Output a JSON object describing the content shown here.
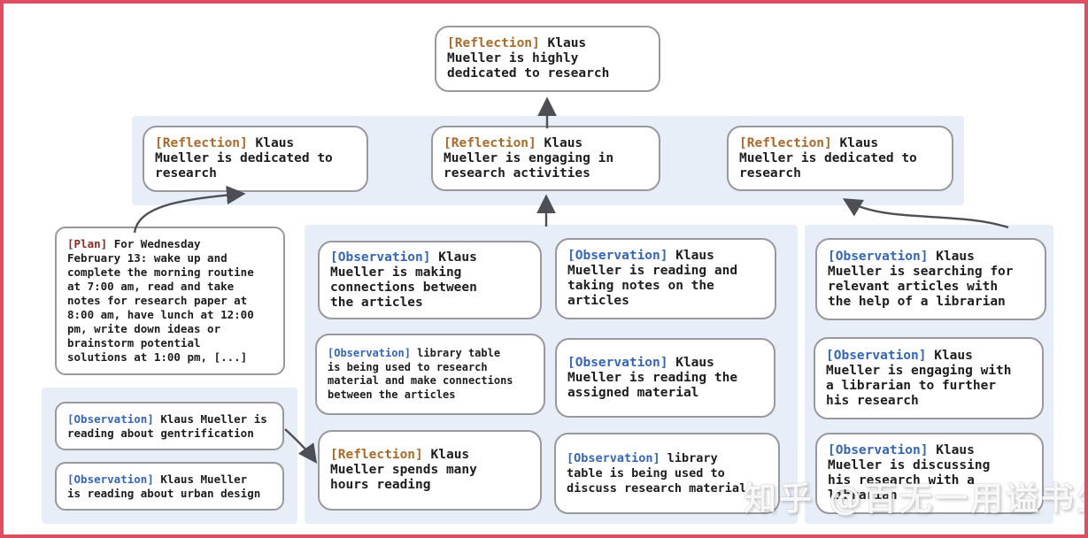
{
  "colors": {
    "frame_border": "#dd4e63",
    "panel_blue": "#e7eef8",
    "card_border": "#98989d",
    "tag_reflection": "#ab6a28",
    "tag_observation": "#3465bd",
    "tag_plan": "#8e2a26",
    "arrow": "#4e4e55"
  },
  "watermark": "知乎 @百无一用谥书生",
  "nodes": {
    "root": {
      "tag": "[Reflection] ",
      "text": "Klaus\nMueller is highly\ndedicated to research"
    },
    "ref_left": {
      "tag": "[Reflection] ",
      "text": "Klaus\nMueller is dedicated to\nresearch"
    },
    "ref_mid": {
      "tag": "[Reflection] ",
      "text": "Klaus\nMueller is engaging in\nresearch activities"
    },
    "ref_right": {
      "tag": "[Reflection] ",
      "text": "Klaus\nMueller is dedicated to\nresearch"
    },
    "plan": {
      "tag": "[Plan] ",
      "text": "For Wednesday\nFebruary 13: wake up and\ncomplete the morning routine\nat 7:00 am, read and take\nnotes for research paper at\n8:00 am, have lunch at 12:00\npm, write down ideas or\nbrainstorm potential\nsolutions at 1:00 pm, [...]"
    },
    "obs_gent": {
      "tag": "[Observation] ",
      "text": "Klaus Mueller is\nreading about gentrification"
    },
    "obs_urban": {
      "tag": "[Observation] ",
      "text": "Klaus Mueller\nis reading about urban design"
    },
    "a1": {
      "tag": "[Observation] ",
      "text": "Klaus\nMueller is making\nconnections between\nthe articles"
    },
    "a2": {
      "tag": "[Observation] ",
      "text": "library table\nis being used to research\nmaterial and make connections\nbetween the articles"
    },
    "a3": {
      "tag": "[Reflection] ",
      "text": "Klaus\nMueller spends many\nhours reading"
    },
    "b1": {
      "tag": "[Observation] ",
      "text": "Klaus\nMueller is reading and\ntaking notes on the\narticles"
    },
    "b2": {
      "tag": "[Observation] ",
      "text": "Klaus\nMueller is reading the\nassigned material"
    },
    "b3": {
      "tag": "[Observation] ",
      "text": "library\ntable is being used to\ndiscuss research material"
    },
    "c1": {
      "tag": "[Observation] ",
      "text": "Klaus\nMueller is searching for\nrelevant articles with\nthe help of a librarian"
    },
    "c2": {
      "tag": "[Observation] ",
      "text": "Klaus\nMueller is engaging with\na librarian to further\nhis research"
    },
    "c3": {
      "tag": "[Observation] ",
      "text": "Klaus\nMueller is discussing\nhis research with a\nlibrarian"
    }
  }
}
